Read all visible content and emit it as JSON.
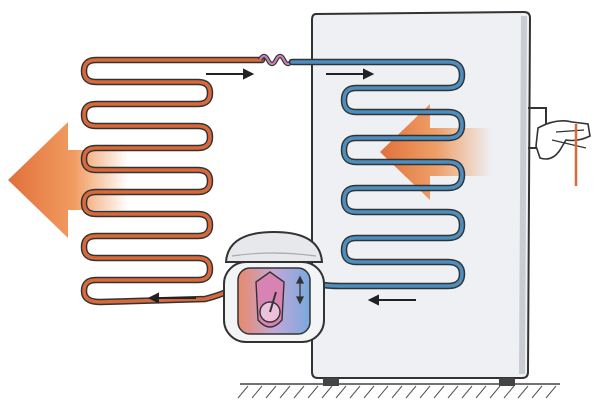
{
  "diagram": {
    "subject": "refrigerator-cooling-cycle",
    "components": {
      "condenser_coil": {
        "role": "heat release",
        "color": "#d9683a"
      },
      "evaporator_coil": {
        "role": "heat absorption",
        "color": "#4d8ec0"
      },
      "capillary_tube": {
        "role": "expansion"
      },
      "compressor": {
        "role": "pumps refrigerant"
      },
      "fridge_cabinet": {
        "role": "insulated box"
      },
      "heat_out_arrow": {
        "direction": "left",
        "color": "#ee8a45"
      },
      "heat_in_arrow": {
        "direction": "left",
        "color": "#ee8a45"
      },
      "flow_arrows": {
        "count": 4
      }
    },
    "colors": {
      "hot": "#d9683a",
      "cold": "#4d8ec0",
      "arrow": "#ee8a45",
      "cabinet": "#eef0f4",
      "outline": "#333333"
    }
  }
}
